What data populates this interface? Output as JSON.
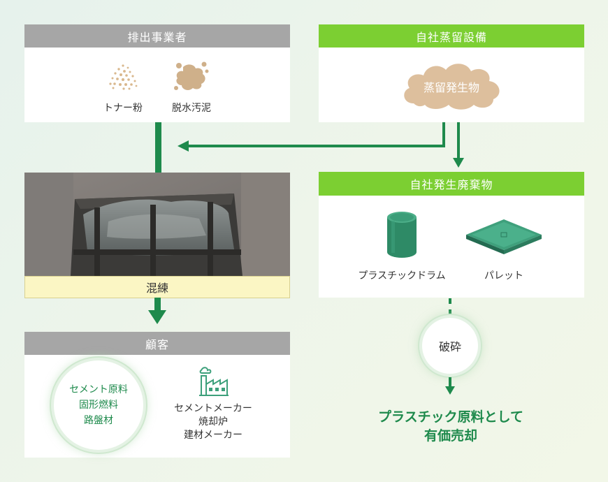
{
  "emitters": {
    "title": "排出事業者",
    "items": [
      {
        "label": "トナー粉",
        "icon": "powder-icon"
      },
      {
        "label": "脱水汚泥",
        "icon": "sludge-icon"
      }
    ]
  },
  "distillation": {
    "title": "自社蒸留設備",
    "cloud_label": "蒸留発生物"
  },
  "photo_caption": "混練",
  "own_waste": {
    "title": "自社発生廃棄物",
    "items": [
      {
        "label": "プラスチックドラム",
        "icon": "drum-icon"
      },
      {
        "label": "パレット",
        "icon": "pallet-icon"
      }
    ]
  },
  "crush": {
    "label": "破砕"
  },
  "customers": {
    "title": "顧客",
    "circle_lines": [
      "セメント原料",
      "固形燃料",
      "路盤材"
    ],
    "factory_lines": [
      "セメントメーカー",
      "焼却炉",
      "建材メーカー"
    ]
  },
  "result": {
    "lines": [
      "プラスチック原料として",
      "有価売却"
    ]
  },
  "colors": {
    "green_header": "#7ccf32",
    "gray_header": "#a6a6a6",
    "arrow": "#1e8a4c",
    "result_text": "#1e8a4c",
    "caption_bg": "#fbf6c4"
  }
}
